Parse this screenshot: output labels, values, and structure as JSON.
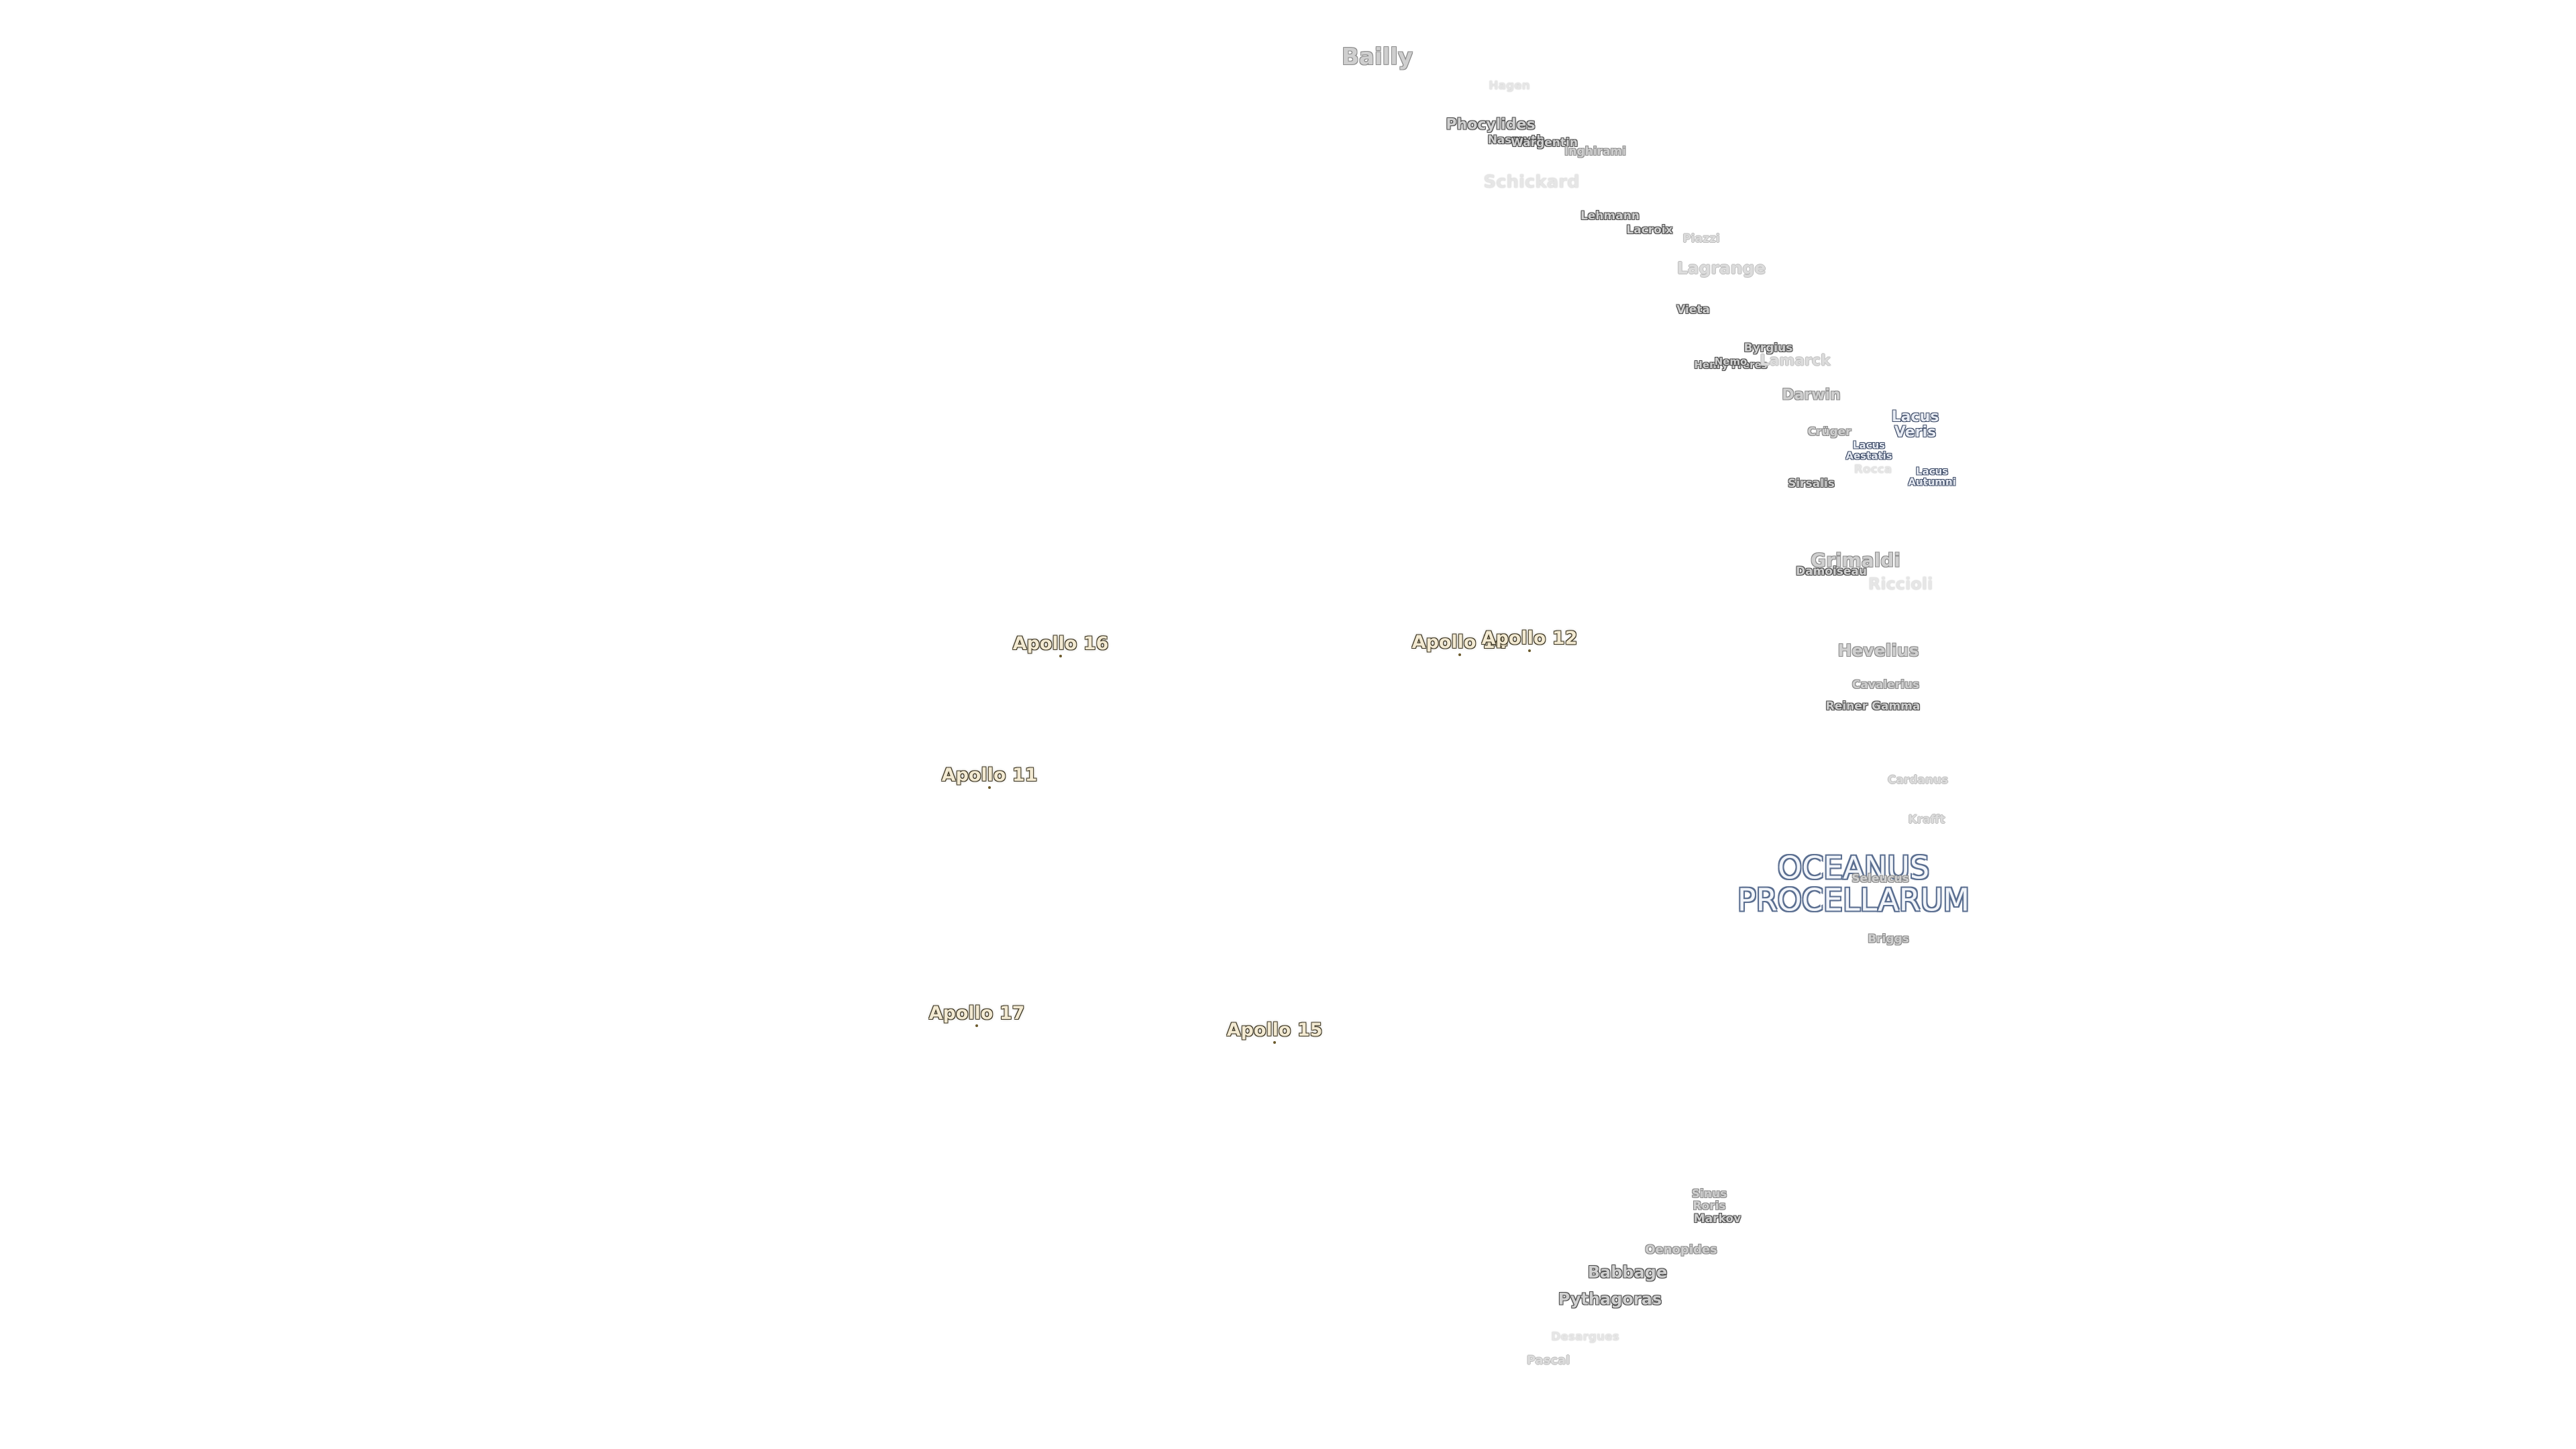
{
  "map": {
    "features": [
      {
        "id": "bailly",
        "name": "Bailly"
      },
      {
        "id": "hagen",
        "name": "Hagen"
      },
      {
        "id": "phocylides",
        "name": "Phocylides"
      },
      {
        "id": "nasmyth",
        "name": "Nasmyth"
      },
      {
        "id": "wargentin",
        "name": "Wargentin"
      },
      {
        "id": "inghirami",
        "name": "Inghirami"
      },
      {
        "id": "schickard",
        "name": "Schickard"
      },
      {
        "id": "lehmann",
        "name": "Lehmann"
      },
      {
        "id": "lacroix",
        "name": "Lacroix"
      },
      {
        "id": "piazzi",
        "name": "Piazzi"
      },
      {
        "id": "lagrange",
        "name": "Lagrange"
      },
      {
        "id": "vieta",
        "name": "Vieta"
      },
      {
        "id": "byrgius",
        "name": "Byrgius"
      },
      {
        "id": "henry-freres",
        "name": "Henry Frères"
      },
      {
        "id": "nemo",
        "name": "Nemo"
      },
      {
        "id": "lamarck",
        "name": "Lamarck"
      },
      {
        "id": "darwin",
        "name": "Darwin"
      },
      {
        "id": "lacus-veris",
        "name": "Lacus\nVeris"
      },
      {
        "id": "cruger",
        "name": "Crüger"
      },
      {
        "id": "lacus-aestatis",
        "name": "Lacus\nAestatis"
      },
      {
        "id": "rocca",
        "name": "Rocca"
      },
      {
        "id": "lacus-autumni",
        "name": "Lacus\nAutumni"
      },
      {
        "id": "sirsalis",
        "name": "Sirsalis"
      },
      {
        "id": "grimaldi",
        "name": "Grimaldi"
      },
      {
        "id": "damoiseau",
        "name": "Damoiseau"
      },
      {
        "id": "riccioli",
        "name": "Riccioli"
      },
      {
        "id": "hevelius",
        "name": "Hevelius"
      },
      {
        "id": "cavalerius",
        "name": "Cavalerius"
      },
      {
        "id": "reiner-gamma",
        "name": "Reiner Gamma"
      },
      {
        "id": "cardanus",
        "name": "Cardanus"
      },
      {
        "id": "krafft",
        "name": "Krafft"
      },
      {
        "id": "oceanus-procellarum",
        "name": "OCEANUS\nPROCELLARUM"
      },
      {
        "id": "seleucus",
        "name": "Seleucus"
      },
      {
        "id": "briggs",
        "name": "Briggs"
      },
      {
        "id": "sinus-roris",
        "name": "Sinus\nRoris"
      },
      {
        "id": "markov",
        "name": "Markov"
      },
      {
        "id": "oenopides",
        "name": "Oenopides"
      },
      {
        "id": "babbage",
        "name": "Babbage"
      },
      {
        "id": "pythagoras",
        "name": "Pythagoras"
      },
      {
        "id": "desargues",
        "name": "Desargues"
      },
      {
        "id": "pascal",
        "name": "Pascal"
      }
    ],
    "apollo_sites": [
      {
        "id": "apollo-16",
        "name": "Apollo 16"
      },
      {
        "id": "apollo-14",
        "name": "Apollo 14"
      },
      {
        "id": "apollo-12",
        "name": "Apollo 12"
      },
      {
        "id": "apollo-11",
        "name": "Apollo 11"
      },
      {
        "id": "apollo-17",
        "name": "Apollo 17"
      },
      {
        "id": "apollo-15",
        "name": "Apollo 15"
      }
    ]
  }
}
